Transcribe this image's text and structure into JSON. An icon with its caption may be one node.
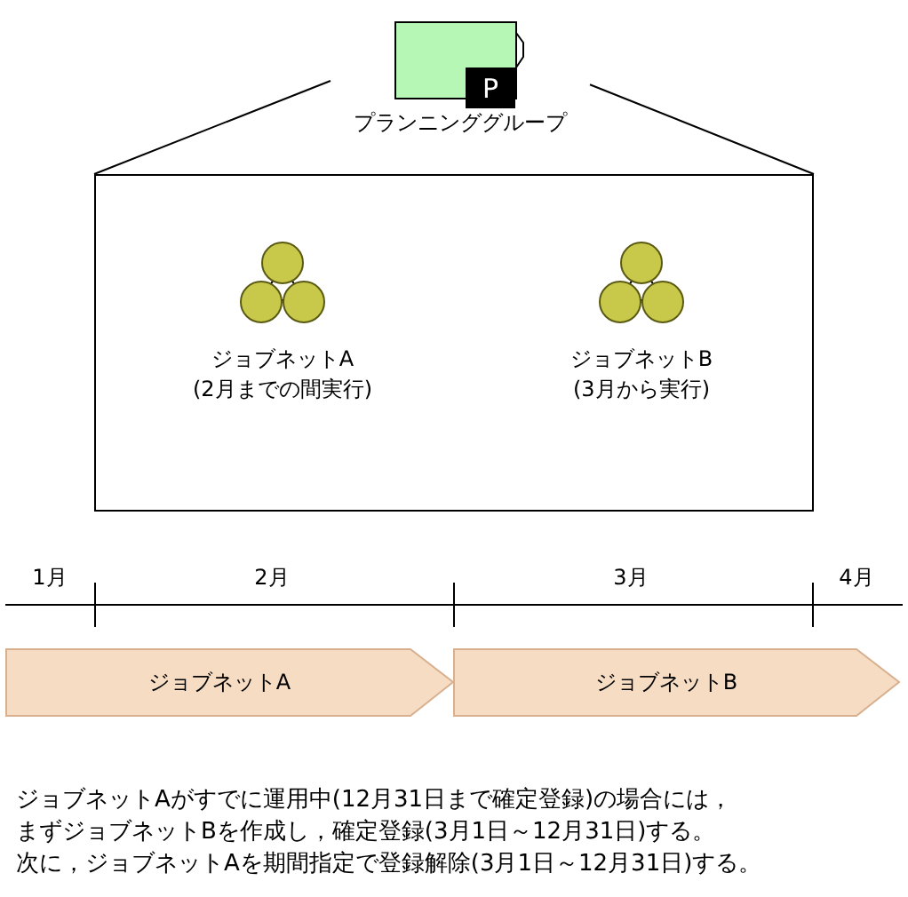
{
  "diagram": {
    "nodes": [
      {
        "text": [
          "P",
          "プランニンググループ"
        ]
      },
      {
        "text": [],
        "shape": "box"
      },
      {
        "text": [
          "ジョブネットA",
          "(2月までの間実行)"
        ],
        "in": 1
      },
      {
        "text": [
          "ジョブネットB",
          "(3月から実行)"
        ],
        "in": 1
      },
      {
        "text": [
          "ジョブネットA"
        ]
      },
      {
        "text": [
          "ジョブネットB"
        ]
      }
    ],
    "edges": [
      {
        "from": 0,
        "to": 1,
        "arrow": "none"
      },
      {
        "from": 0,
        "to": 1,
        "arrow": "none"
      }
    ],
    "labels": [
      "1月",
      "2月",
      "3月",
      "4月",
      "ジョブネットAがすでに運用中(12月31日まで確定登録)の場合には，",
      "まずジョブネットBを作成し，確定登録(3月1日～12月31日)する。",
      "次に，ジョブネットAを期間指定で登録解除(3月1日～12月31日)する。"
    ]
  }
}
